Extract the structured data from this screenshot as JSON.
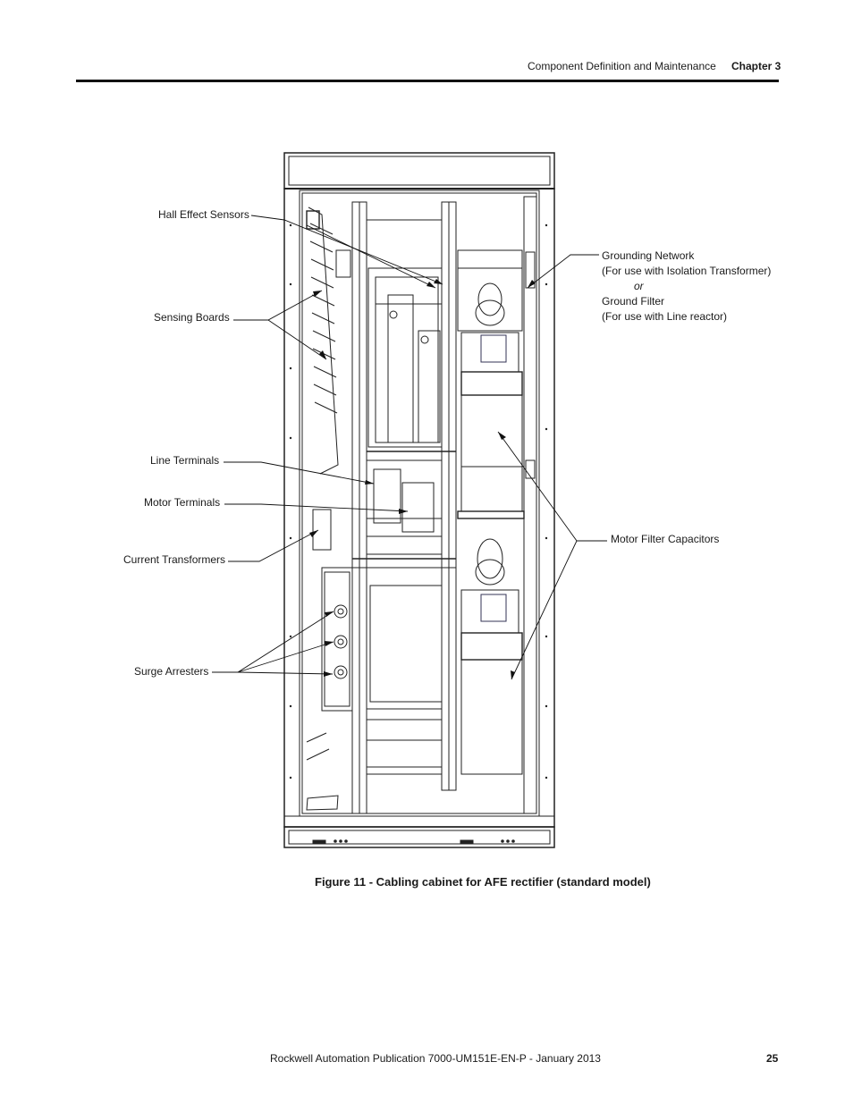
{
  "header": {
    "section": "Component Definition and Maintenance",
    "chapter": "Chapter 3"
  },
  "figure": {
    "callouts": {
      "hall_effect_sensors": "Hall Effect Sensors",
      "sensing_boards": "Sensing Boards",
      "line_terminals": "Line Terminals",
      "motor_terminals": "Motor Terminals",
      "current_transformers": "Current Transformers",
      "surge_arresters": "Surge Arresters",
      "grounding_network": "Grounding Network",
      "grounding_network_note": "(For use with Isolation Transformer)",
      "or": "or",
      "ground_filter": "Ground Filter",
      "ground_filter_note": "(For use with Line reactor)",
      "motor_filter_capacitors": "Motor Filter Capacitors"
    },
    "caption": "Figure 11 - Cabling cabinet for AFE rectifier (standard model)"
  },
  "footer": {
    "publication": "Rockwell Automation Publication 7000-UM151E-EN-P - January 2013",
    "page_number": "25"
  }
}
